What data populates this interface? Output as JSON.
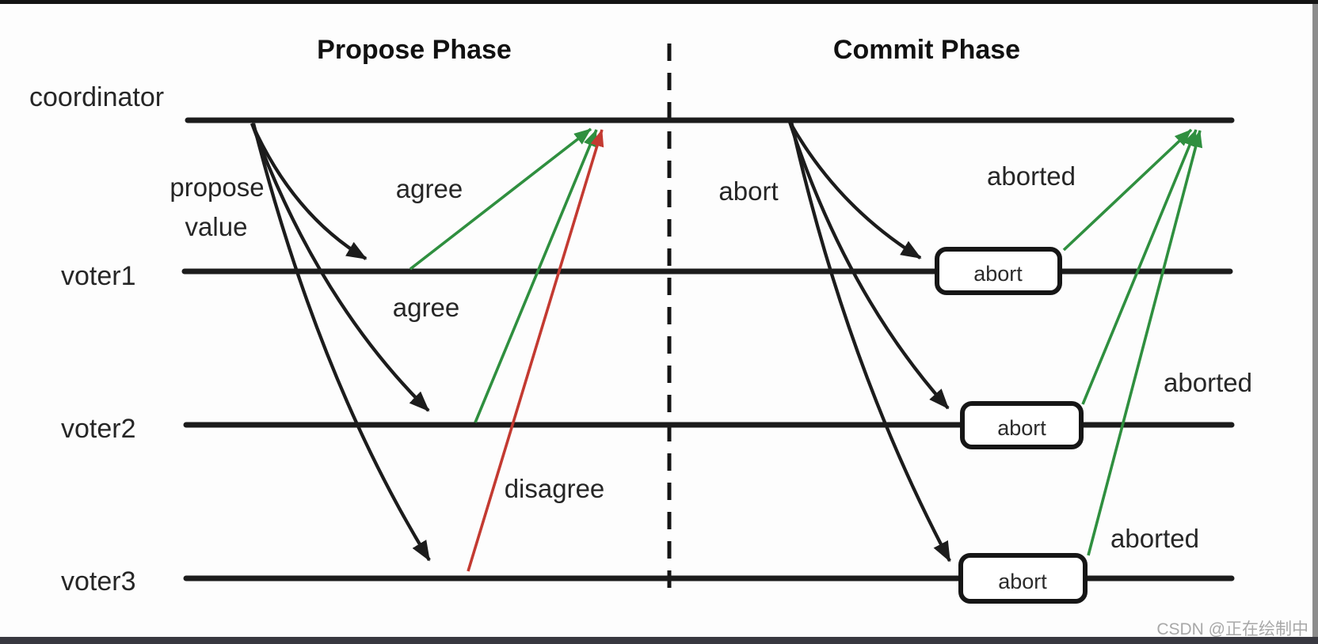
{
  "diagram": {
    "phase_titles": {
      "propose": "Propose Phase",
      "commit": "Commit Phase"
    },
    "lanes": {
      "coordinator": "coordinator",
      "voter1": "voter1",
      "voter2": "voter2",
      "voter3": "voter3"
    },
    "propose": {
      "request_line1": "propose",
      "request_line2": "value",
      "agree_voter1": "agree",
      "agree_voter2": "agree",
      "disagree_voter3": "disagree"
    },
    "commit": {
      "request": "abort",
      "box_voter1": "abort",
      "box_voter2": "abort",
      "box_voter3": "abort",
      "aborted_voter1": "aborted",
      "aborted_voter2": "aborted",
      "aborted_voter3": "aborted"
    }
  },
  "watermark": "CSDN @正在绘制中",
  "colors": {
    "ink": "#1c1c1c",
    "green": "#2f8f3f",
    "red": "#c33a31",
    "watermark": "#a8a8a8",
    "frame_top": "#141414",
    "frame_bottom": "#383840",
    "frame_right": "#8c8c8c"
  }
}
